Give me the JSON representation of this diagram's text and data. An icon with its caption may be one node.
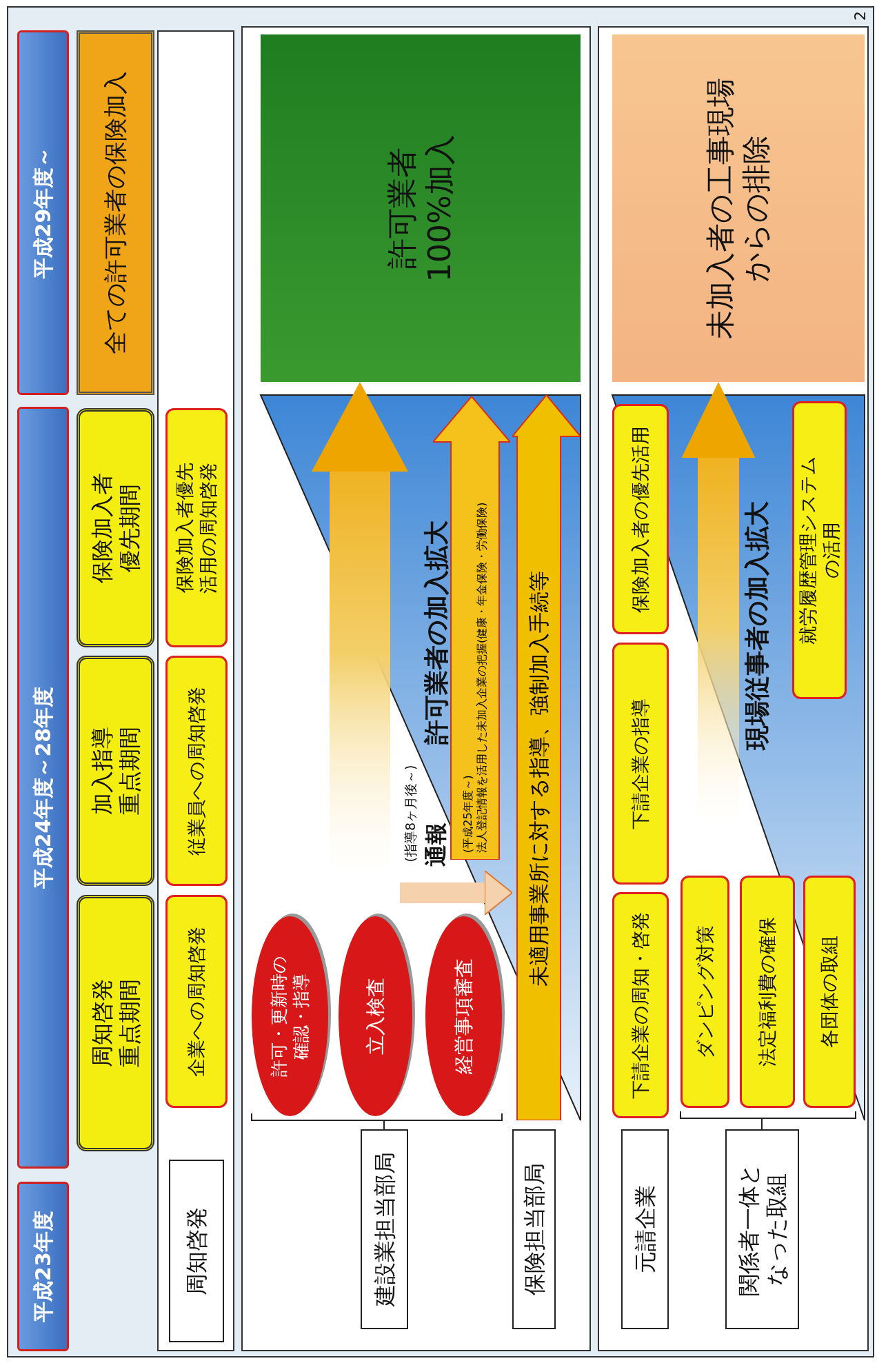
{
  "diagram": {
    "nodes": [
      {
        "text": [
          "平成23年度"
        ]
      },
      {
        "text": [
          "平成24年度～28年度"
        ]
      },
      {
        "text": [
          "平成29年度～"
        ]
      },
      {
        "text": [
          "周知啓発重点期間"
        ]
      },
      {
        "text": [
          "加入指導重点期間"
        ]
      },
      {
        "text": [
          "保険加入者優先期間"
        ]
      },
      {
        "text": [
          "全ての許可業者の保険加入"
        ]
      },
      {
        "text": [
          "周知啓発"
        ]
      },
      {
        "text": [
          "企業への周知啓発"
        ]
      },
      {
        "text": [
          "従業員への周知啓発"
        ]
      },
      {
        "text": [
          "保険加入者優先活用の周知啓発"
        ]
      },
      {
        "text": [
          "許可・更新時の確認・指導"
        ]
      },
      {
        "text": [
          "立入検査"
        ]
      },
      {
        "text": [
          "経営事項審査"
        ]
      },
      {
        "text": [
          "建設業担当部局"
        ]
      },
      {
        "text": [
          "(平成25年度～)",
          "法人登記情報を活用した未加入企業の把握(健康・年金保険・労働保険)"
        ]
      },
      {
        "text": [
          "保険担当部局"
        ]
      },
      {
        "text": [
          "未適用事業所に対する指導、強制加入手続等"
        ]
      },
      {
        "text": [
          "許可業者100%加入"
        ]
      },
      {
        "text": [
          "未加入者の工事現場からの排除"
        ]
      },
      {
        "text": [
          "元請企業"
        ]
      },
      {
        "text": [
          "下請企業の周知・啓発"
        ]
      },
      {
        "text": [
          "下請企業の指導"
        ]
      },
      {
        "text": [
          "保険加入者の優先活用"
        ]
      },
      {
        "text": [
          "関係者一体となった取組"
        ]
      },
      {
        "text": [
          "ダンピング対策"
        ]
      },
      {
        "text": [
          "法定福利費の確保"
        ]
      },
      {
        "text": [
          "各団体の取組"
        ]
      },
      {
        "text": [
          "就労履歴管理システムの活用"
        ]
      }
    ],
    "edges": [
      {
        "from": null,
        "to": 17,
        "arrow": "to",
        "label": "通報",
        "color": "#f5d2ad"
      },
      {
        "from": null,
        "to": 18,
        "arrow": "to"
      },
      {
        "from": null,
        "to": 19,
        "arrow": "to"
      }
    ],
    "labels": [
      "(指導8ヶ月後～)",
      "許可業者の加入拡大",
      "現場従事者の加入拡大",
      "2"
    ]
  }
}
